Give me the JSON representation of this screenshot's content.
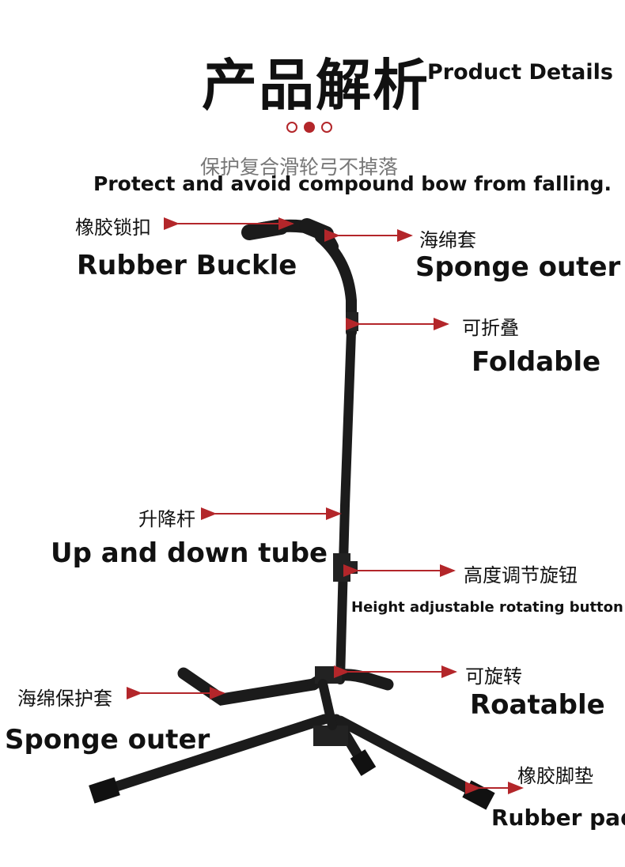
{
  "header": {
    "title_cn": "产品解析",
    "title_en": "Product Details",
    "subtitle_cn": "保护复合滑轮弓不掉落",
    "subtitle_en": "Protect and avoid compound bow from falling.",
    "accent_color": "#b3262a"
  },
  "labels": {
    "rubber_buckle": {
      "cn": "橡胶锁扣",
      "en": "Rubber Buckle"
    },
    "sponge_outer_top": {
      "cn": "海绵套",
      "en": "Sponge outer"
    },
    "foldable": {
      "cn": "可折叠",
      "en": "Foldable"
    },
    "tube": {
      "cn": "升降杆",
      "en": "Up and down tube"
    },
    "height_button": {
      "cn": "高度调节旋钮",
      "en": "Height adjustable rotating button"
    },
    "rotatable": {
      "cn": "可旋转",
      "en": "Roatable"
    },
    "sponge_outer_bottom": {
      "cn": "海绵保护套",
      "en": "Sponge outer"
    },
    "rubber_pad": {
      "cn": "橡胶脚垫",
      "en": "Rubber pad"
    }
  },
  "icons": [
    "guitar-stand-illustration",
    "arrow-icon"
  ]
}
